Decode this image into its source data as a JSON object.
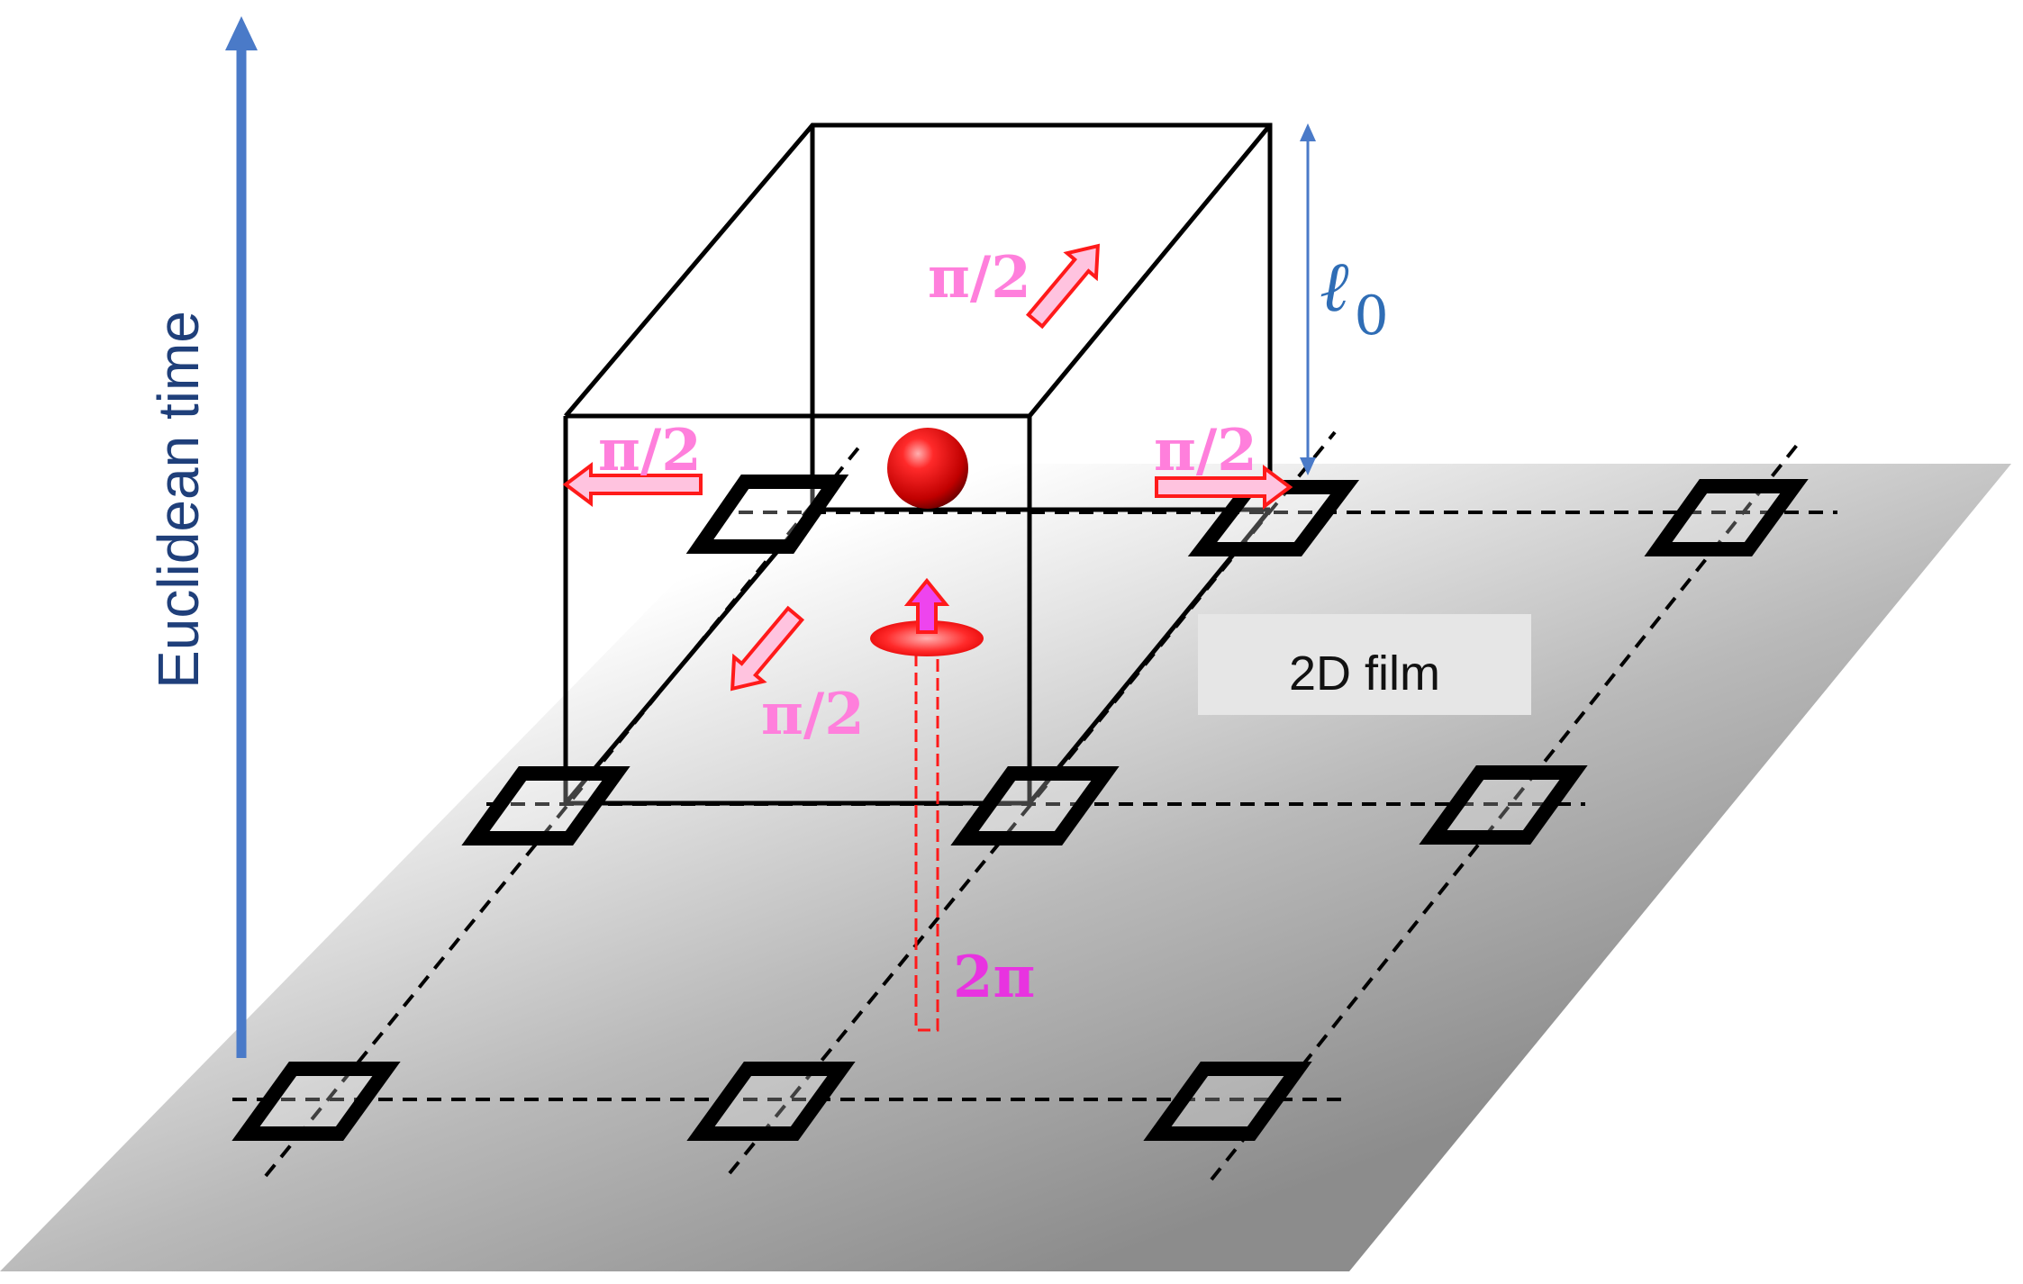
{
  "labels": {
    "time_axis": "Euclidean time",
    "film": "2D film",
    "height": "ℓ",
    "height_sub": "0",
    "phase_quarter": "π/2",
    "phase_full": "2π"
  },
  "colors": {
    "time_arrow": "#4a7ac8",
    "time_text": "#1f3f7a",
    "height_arrow": "#4a7ac8",
    "height_text": "#2f6db5",
    "phase_text": "#ff7fdc",
    "phase_full_text": "#e833e0",
    "arrow_fill": "#ffc3df",
    "arrow_stroke": "#ff1a1a",
    "sphere": "#e00000",
    "film_light": "#ffffff",
    "film_dark": "#8c8c8c",
    "film_box": "#e6e6e6"
  }
}
